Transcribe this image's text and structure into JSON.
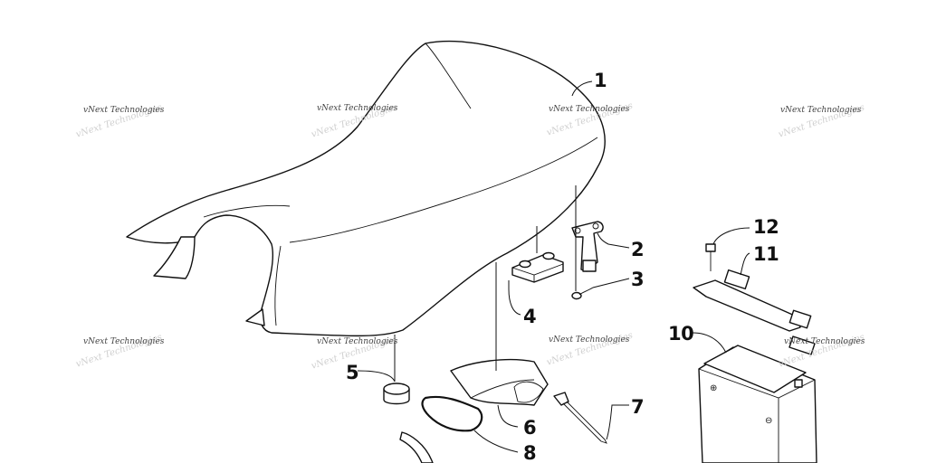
{
  "watermark": {
    "text": "vNext Technologies",
    "positions": [
      {
        "id": "wm-1"
      },
      {
        "id": "wm-2"
      },
      {
        "id": "wm-3"
      },
      {
        "id": "wm-4"
      },
      {
        "id": "wm-5"
      },
      {
        "id": "wm-6"
      },
      {
        "id": "wm-7"
      },
      {
        "id": "wm-8"
      }
    ]
  },
  "callouts": [
    {
      "id": "callout-1",
      "label": "1"
    },
    {
      "id": "callout-2",
      "label": "2"
    },
    {
      "id": "callout-3",
      "label": "3"
    },
    {
      "id": "callout-4",
      "label": "4"
    },
    {
      "id": "callout-5",
      "label": "5"
    },
    {
      "id": "callout-6",
      "label": "6"
    },
    {
      "id": "callout-7",
      "label": "7"
    },
    {
      "id": "callout-8",
      "label": "8"
    },
    {
      "id": "callout-10",
      "label": "10"
    },
    {
      "id": "callout-11",
      "label": "11"
    },
    {
      "id": "callout-12",
      "label": "12"
    }
  ],
  "colors": {
    "ink": "#111111",
    "watermark": "#444444",
    "background": "#ffffff"
  }
}
